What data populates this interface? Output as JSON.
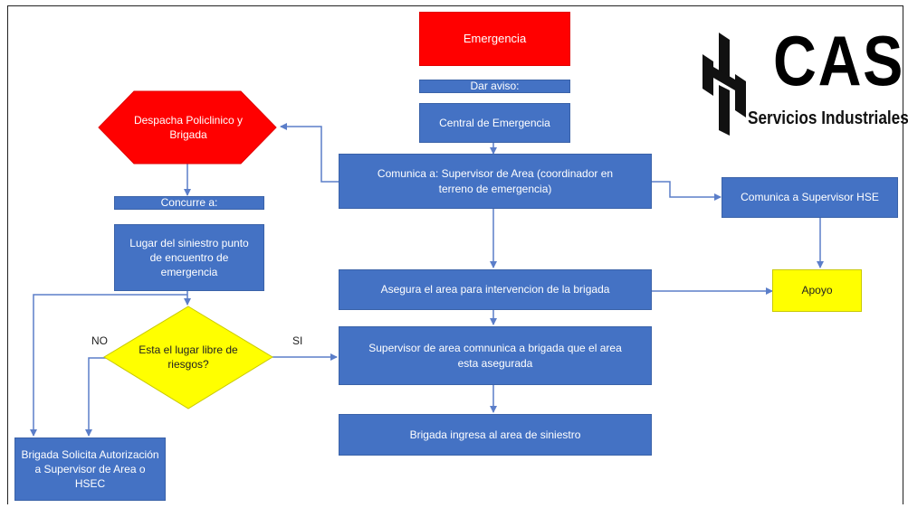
{
  "logo": {
    "name": "CAS",
    "subtitle": "Servicios Industriales"
  },
  "nodes": {
    "emergencia": "Emergencia",
    "dar_aviso": "Dar aviso:",
    "central": "Central de Emergencia",
    "comunica_supervisor": "Comunica a: Supervisor de Area (coordinador en terreno de emergencia)",
    "comunica_hse": "Comunica a Supervisor HSE",
    "despacha": "Despacha Policlinico y Brigada",
    "concurre": "Concurre a:",
    "lugar": "Lugar del siniestro punto de encuentro de emergencia",
    "asegura": "Asegura el area para intervencion de la brigada",
    "apoyo": "Apoyo",
    "decision": "Esta el lugar libre de riesgos?",
    "supervisor_comunica": "Supervisor de area comnunica a brigada que el area esta asegurada",
    "brigada_ingresa": "Brigada ingresa al area de siniestro",
    "brigada_solicita": "Brigada Solicita Autorización a Supervisor de Area o HSEC"
  },
  "branches": {
    "no": "NO",
    "si": "SI"
  },
  "colors": {
    "process": "#4472c4",
    "alert": "#ff0000",
    "highlight": "#ffff00",
    "connector": "#5b7ec9"
  }
}
